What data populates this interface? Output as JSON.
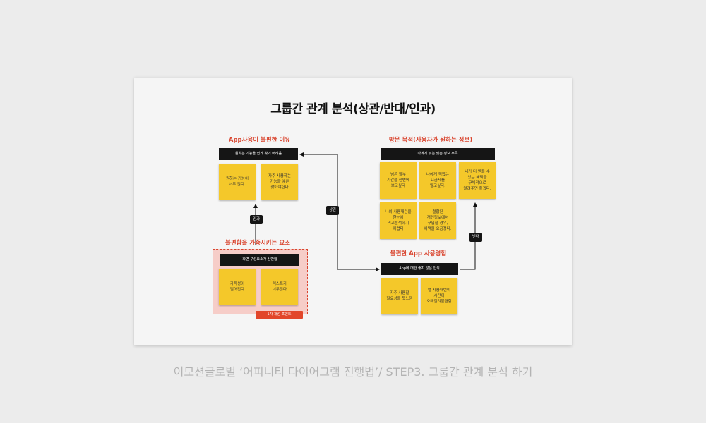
{
  "caption": "이모션글로벌 ‘어피니티 다이어그램 진행법’/ STEP3. 그룹간 관계 분석 하기",
  "slide": {
    "title": "그룹간 관계 분석(상관/반대/인과)",
    "group_app": {
      "heading": "App사용이 불편한 이유",
      "bar": "원하는 기능을 쉽게 찾기 어려움",
      "notes": [
        "원하는 기능이\n너무 많다.",
        "자주 사용하는\n기능을 예쁜\n찾아야한다"
      ]
    },
    "group_visit": {
      "heading": "방문 목적(사용자가 원하는 정보)",
      "bar": "나에게 맞는 맞춤 정보 부족",
      "notes": [
        "넘은 할부\n기간을 한번에\n보고싶다",
        "나에게 적합는\n요금제를\n알고싶다.",
        "내가 더 받을 수\n있는 혜택을\n구체적으로\n알려주면 좋겠다.",
        "나의 사용패턴을\n한눈에\n비교분석하기\n어렵다",
        "결합된\n개인정보에서\n구입할 경우,\n혜택을 요금정다."
      ]
    },
    "group_elements": {
      "heading": "불편함을 가중시키는 요소",
      "bar": "화면 구성요소가 산만함",
      "notes": [
        "가독성이\n떨어진다",
        "텍스트가\n너무많다"
      ],
      "badge": "1차 개선 포인트"
    },
    "group_experience": {
      "heading": "불편한 App 사용경험",
      "bar": "App에 대한 좋지 않은 인식",
      "notes": [
        "자주 사용할\n필요성을 못느낌",
        "앱 사용패턴이\n시간이\n오래걸려불편함"
      ]
    },
    "relations": {
      "causal": "인과",
      "correlation": "상관",
      "opposite": "반대"
    },
    "colors": {
      "accent": "#d9452f",
      "sticky_note": "#f4c82a",
      "label_bar": "#151515",
      "highlight_area": "#f6cdc8",
      "badge": "#e2462a"
    }
  }
}
